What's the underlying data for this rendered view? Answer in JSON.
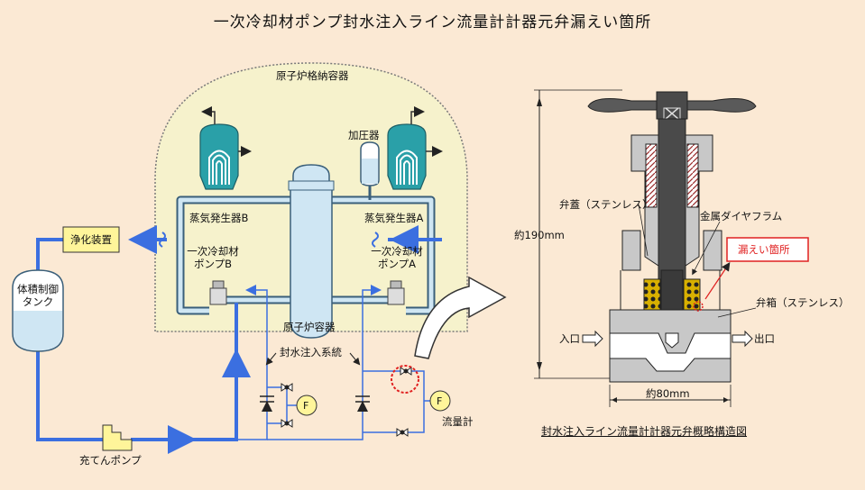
{
  "title": "一次冷却材ポンプ封水注入ライン流量計計器元弁漏えい箇所",
  "labels": {
    "containment": "原子炉格納容器",
    "pressurizer": "加圧器",
    "sg_b": "蒸気発生器B",
    "sg_a": "蒸気発生器A",
    "pump_b": "一次冷却材\nポンプB",
    "pump_a": "一次冷却材\nポンプA",
    "reactor_vessel": "原子炉容器",
    "seal_injection": "封水注入系統",
    "purification": "浄化装置",
    "vct": "体積制御\nタンク",
    "charging_pump": "充てんポンプ",
    "flowmeter": "流量計",
    "flow_symbol": "F"
  },
  "detail": {
    "bonnet": "弁蓋（ステンレス）",
    "diaphragm": "金属ダイヤフラム",
    "leak": "漏えい箇所",
    "body": "弁箱（ステンレス）",
    "inlet": "入口",
    "outlet": "出口",
    "height": "約190mm",
    "width": "約80mm",
    "caption": "封水注入ライン流量計計器元弁概略構造図"
  },
  "colors": {
    "flow_blue": "#3b6fe0",
    "pipe_fill": "#cfe6f3",
    "pipe_edge": "#3a5f7a",
    "sg_teal": "#2aa0a8",
    "containment_fill": "#f6f2cc",
    "leak_red": "#e02020",
    "valve_dark": "#3a3a3a",
    "valve_light": "#c8c8c8",
    "box_yellow": "#fff59a"
  }
}
